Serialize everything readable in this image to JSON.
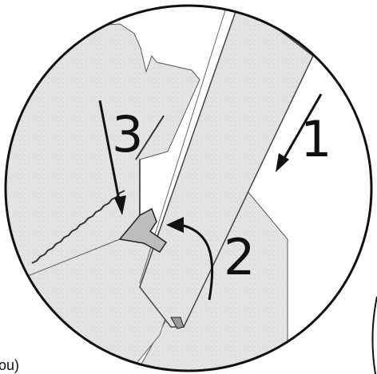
{
  "steps": [
    {
      "label": "1"
    },
    {
      "label": "2"
    },
    {
      "label": "3"
    }
  ],
  "corner_fragment": "ou)",
  "colors": {
    "paper": "#e6e6e6",
    "paper_shadow": "#cfcfcf",
    "outline": "#111111",
    "background": "#ffffff"
  }
}
